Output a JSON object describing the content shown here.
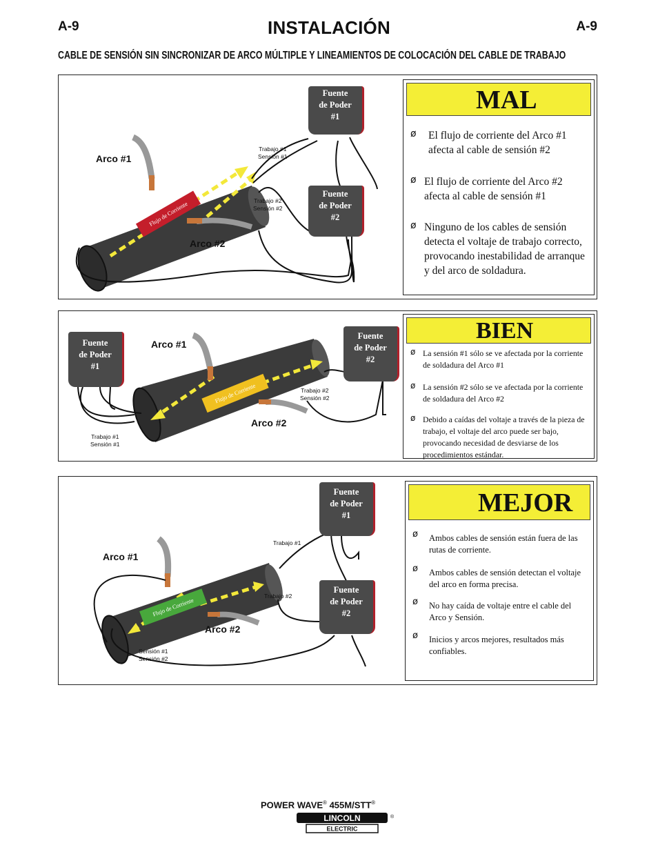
{
  "header": {
    "page_num_left": "A-9",
    "page_num_right": "A-9",
    "title": "INSTALACIÓN",
    "subtitle": "CABLE DE SENSIÓN SIN SINCRONIZAR DE ARCO MÚLTIPLE Y LINEAMIENTOS DE COLOCACIÓN DEL CABLE DE TRABAJO"
  },
  "bullet_symbol": "ø",
  "panels": {
    "mal": {
      "verdict": "MAL",
      "bullets": [
        "El flujo de corriente del Arco #1 afecta al cable de sensión #2",
        "El flujo de corriente del Arco #2 afecta al cable de sensión #1",
        "Ninguno de los cables de sensión detecta el voltaje de trabajo correcto, provocando inestabilidad de arranque y del arco de soldadura."
      ],
      "power_sources": [
        "Fuente\nde Poder\n#1",
        "Fuente\nde Poder\n#2"
      ],
      "arc1_label": "Arco #1",
      "arc2_label": "Arco #2",
      "cable_label_1": "Trabajo #1\nSensión #1",
      "cable_label_2": "Trabajo #2\nSensión #2",
      "flow_label": "Flujo de Corriente"
    },
    "bien": {
      "verdict": "BIEN",
      "bullets": [
        "La sensión #1 sólo se ve afectada por la corriente de soldadura del Arco #1",
        "La sensión #2 sólo se ve afectada por la corriente de soldadura del Arco #2",
        "Debido a caídas del voltaje a través de la pieza de trabajo, el voltaje del arco puede ser bajo, provocando necesidad de desviarse de los procedimientos estándar."
      ],
      "power_sources": [
        "Fuente\nde Poder\n#1",
        "Fuente\nde Poder\n#2"
      ],
      "arc1_label": "Arco #1",
      "arc2_label": "Arco #2",
      "cable_label_1": "Trabajo #1\nSensión #1",
      "cable_label_2": "Trabajo #2\nSensión #2",
      "flow_label": "Flujo de Corriente"
    },
    "mejor": {
      "verdict": "MEJOR",
      "bullets": [
        "Ambos cables de sensión están fuera de las rutas de corriente.",
        "Ambos cables de sensión detectan el voltaje del arco en forma precisa.",
        "No hay caída de voltaje entre el cable del Arco y Sensión.",
        "Inicios y arcos mejores, resultados más confiables."
      ],
      "power_sources": [
        "Fuente\nde Poder\n#1",
        "Fuente\nde Poder\n#2"
      ],
      "arc1_label": "Arco #1",
      "arc2_label": "Arco #2",
      "trabajo1_label": "Trabajo #1",
      "trabajo2_label": "Trabajo #2",
      "sense_label": "Sensión #1\nSensión #2",
      "flow_label": "Flujo de Corriente"
    }
  },
  "footer": {
    "model_name": "POWER WAVE",
    "model_reg": "®",
    "model_number": "455M/STT",
    "model_reg2": "®",
    "logo_top": "LINCOLN",
    "logo_reg": "®",
    "logo_bottom": "ELECTRIC"
  },
  "colors": {
    "verdict_banner": "#f4ee36",
    "flow_mal": "#c41e2b",
    "flow_bien": "#f0c020",
    "flow_mejor": "#48a83c",
    "pipe": "#3a3a3a",
    "arrow": "#f3e83a"
  }
}
